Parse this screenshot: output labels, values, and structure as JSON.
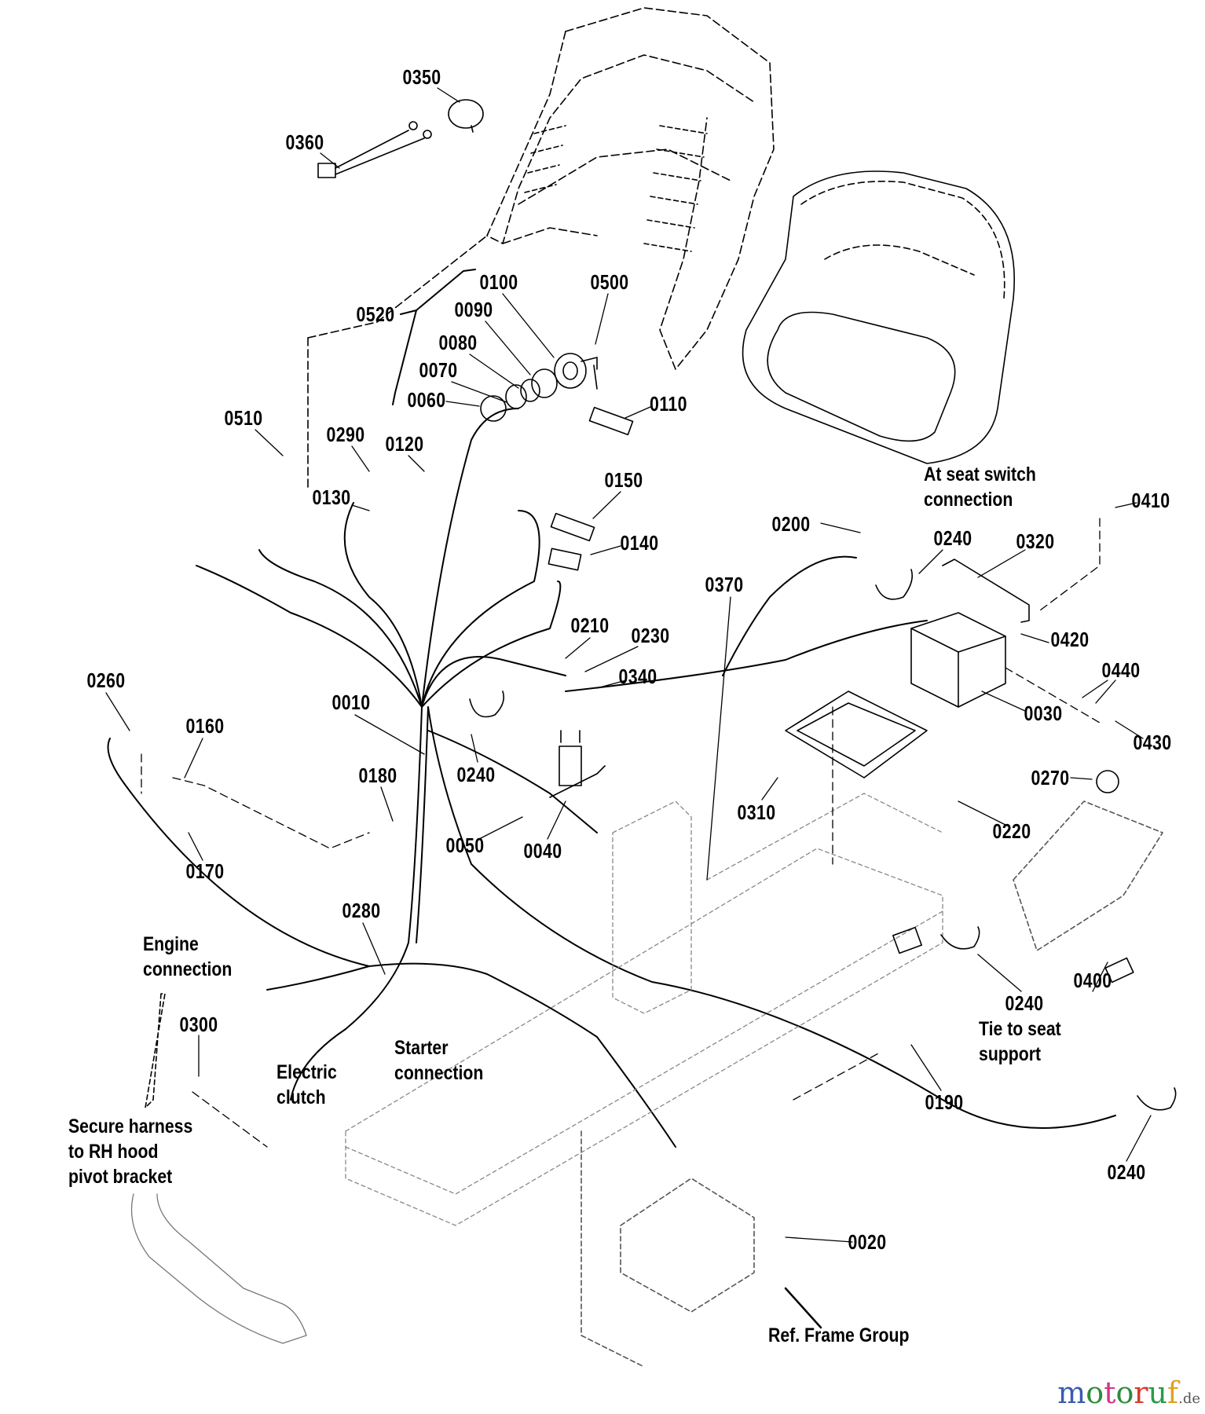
{
  "diagram": {
    "title": "Electrical harness parts diagram",
    "part_labels": [
      {
        "id": "p0350",
        "text": "0350"
      },
      {
        "id": "p0360",
        "text": "0360"
      },
      {
        "id": "p0520",
        "text": "0520"
      },
      {
        "id": "p0100",
        "text": "0100"
      },
      {
        "id": "p0090",
        "text": "0090"
      },
      {
        "id": "p0080",
        "text": "0080"
      },
      {
        "id": "p0070",
        "text": "0070"
      },
      {
        "id": "p0060",
        "text": "0060"
      },
      {
        "id": "p0500",
        "text": "0500"
      },
      {
        "id": "p0110",
        "text": "0110"
      },
      {
        "id": "p0510",
        "text": "0510"
      },
      {
        "id": "p0290",
        "text": "0290"
      },
      {
        "id": "p0120",
        "text": "0120"
      },
      {
        "id": "p0130",
        "text": "0130"
      },
      {
        "id": "p0150",
        "text": "0150"
      },
      {
        "id": "p0140",
        "text": "0140"
      },
      {
        "id": "p0200",
        "text": "0200"
      },
      {
        "id": "p0240a",
        "text": "0240"
      },
      {
        "id": "p0320",
        "text": "0320"
      },
      {
        "id": "p0410",
        "text": "0410"
      },
      {
        "id": "p0370",
        "text": "0370"
      },
      {
        "id": "p0210",
        "text": "0210"
      },
      {
        "id": "p0230",
        "text": "0230"
      },
      {
        "id": "p0340",
        "text": "0340"
      },
      {
        "id": "p0420",
        "text": "0420"
      },
      {
        "id": "p0440",
        "text": "0440"
      },
      {
        "id": "p0030",
        "text": "0030"
      },
      {
        "id": "p0430",
        "text": "0430"
      },
      {
        "id": "p0260",
        "text": "0260"
      },
      {
        "id": "p0160",
        "text": "0160"
      },
      {
        "id": "p0010",
        "text": "0010"
      },
      {
        "id": "p0240b",
        "text": "0240"
      },
      {
        "id": "p0180",
        "text": "0180"
      },
      {
        "id": "p0050",
        "text": "0050"
      },
      {
        "id": "p0040",
        "text": "0040"
      },
      {
        "id": "p0310",
        "text": "0310"
      },
      {
        "id": "p0220",
        "text": "0220"
      },
      {
        "id": "p0270",
        "text": "0270"
      },
      {
        "id": "p0170",
        "text": "0170"
      },
      {
        "id": "p0280",
        "text": "0280"
      },
      {
        "id": "p0300",
        "text": "0300"
      },
      {
        "id": "p0240c",
        "text": "0240"
      },
      {
        "id": "p0400",
        "text": "0400"
      },
      {
        "id": "p0190",
        "text": "0190"
      },
      {
        "id": "p0240d",
        "text": "0240"
      },
      {
        "id": "p0020",
        "text": "0020"
      }
    ],
    "notes": {
      "seat_switch": [
        "At seat switch",
        "connection"
      ],
      "engine": [
        "Engine",
        "connection"
      ],
      "clutch": [
        "Electric",
        "clutch"
      ],
      "starter": [
        "Starter",
        "connection"
      ],
      "tie_seat": [
        "Tie to seat",
        "support"
      ],
      "secure_harness": [
        "Secure harness",
        "to RH hood",
        "pivot bracket"
      ],
      "ref_frame": "Ref. Frame Group"
    }
  },
  "watermark": {
    "letters": [
      "m",
      "o",
      "t",
      "o",
      "r",
      "u",
      "f"
    ],
    "suffix": ".de",
    "colors": [
      "#3a5bb0",
      "#2e8b3a",
      "#d6338a",
      "#2e8b3a",
      "#d63a2e",
      "#2a9b4a",
      "#e0a020"
    ]
  }
}
